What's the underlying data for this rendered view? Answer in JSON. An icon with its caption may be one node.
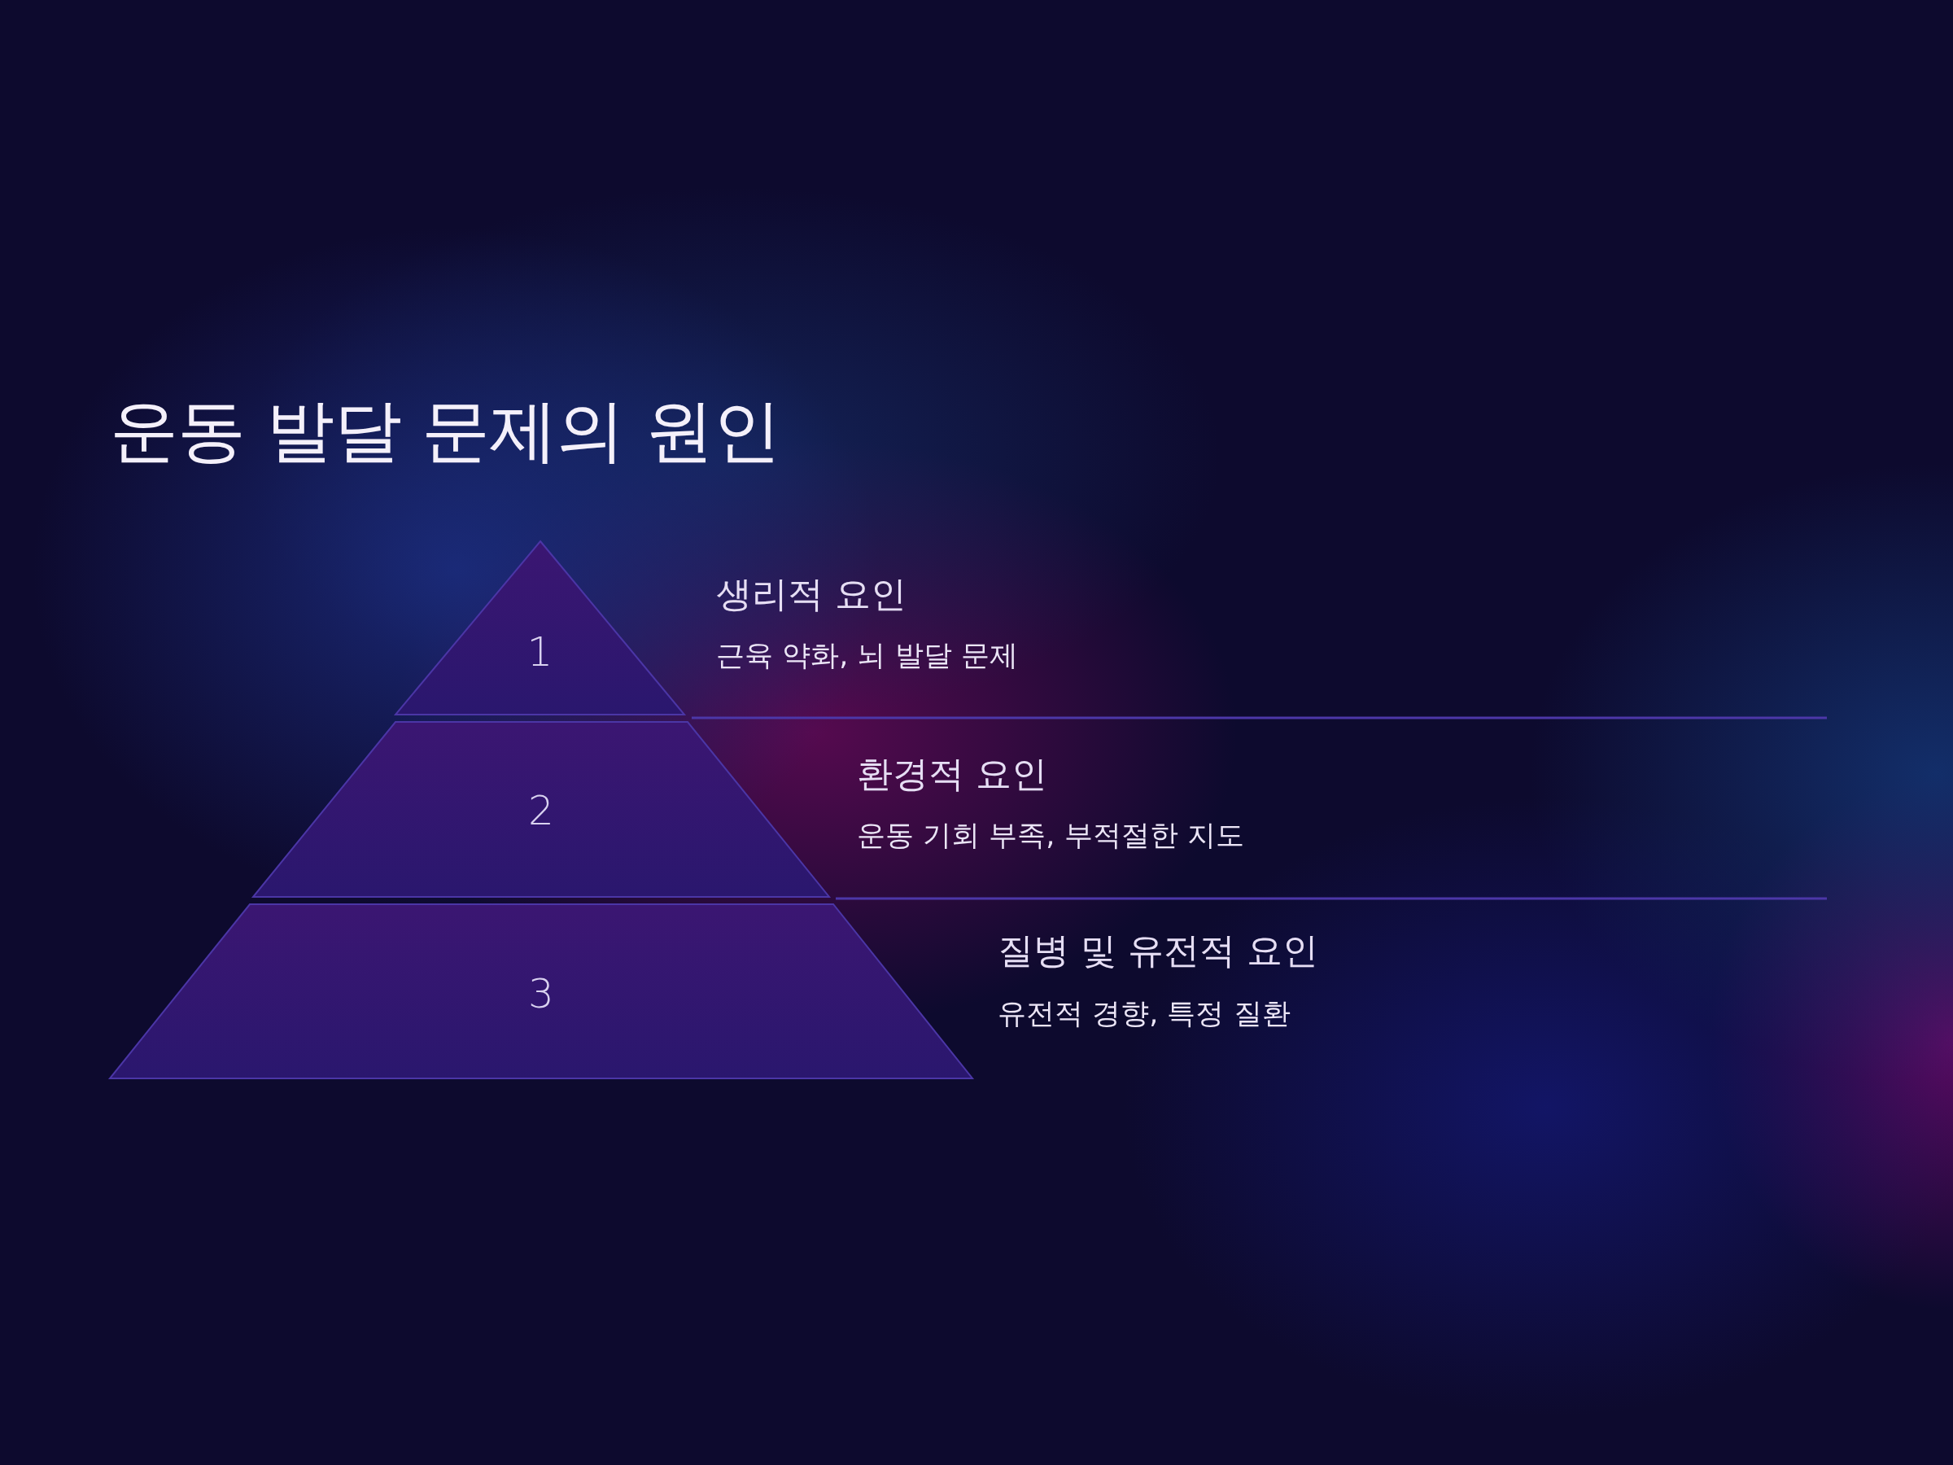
{
  "diagram": {
    "title": "운동 발달 문제의 원인",
    "nodes": [
      {
        "text": [
          "1"
        ],
        "beside": [
          "생리적 요인",
          "근육 약화, 뇌 발달 문제"
        ]
      },
      {
        "text": [
          "2"
        ],
        "beside": [
          "환경적 요인",
          "운동 기회 부족, 부적절한 지도"
        ]
      },
      {
        "text": [
          "3"
        ],
        "beside": [
          "질병 및 유전적 요인",
          "유전적 경향, 특정 질환"
        ]
      }
    ]
  }
}
